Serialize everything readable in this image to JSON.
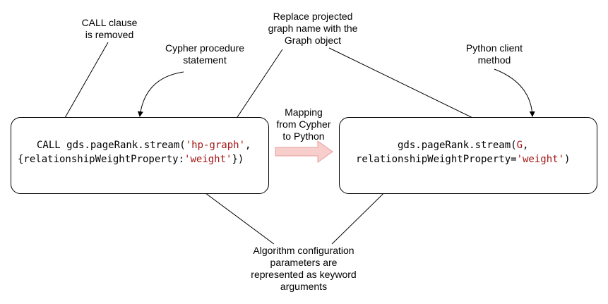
{
  "labels": {
    "call_removed_line1": "CALL clause",
    "call_removed_line2": "is removed",
    "cypher_stmt_line1": "Cypher procedure",
    "cypher_stmt_line2": "statement",
    "replace_line1": "Replace projected",
    "replace_line2": "graph name with the",
    "replace_line3": "Graph object",
    "python_method_line1": "Python client",
    "python_method_line2": "method",
    "mapping_line1": "Mapping",
    "mapping_line2": "from Cypher",
    "mapping_line3": "to Python",
    "algo_line1": "Algorithm configuration",
    "algo_line2": "parameters are",
    "algo_line3": "represented as keyword",
    "algo_line4": "arguments"
  },
  "cypher_code": {
    "call": "CALL gds.pageRank.stream(",
    "graph_name": "'hp-graph'",
    "comma": ",",
    "config_open": "{relationshipWeightProperty:",
    "config_value": "'weight'",
    "config_close": "})"
  },
  "python_code": {
    "call": "gds.pageRank.stream(",
    "graph_obj": "G",
    "comma": ",",
    "kw": "relationshipWeightProperty=",
    "kw_value": "'weight'",
    "close": ")"
  },
  "colors": {
    "string": "#a31515",
    "arrow_fill": "#f8cecc",
    "arrow_stroke": "#e6a09c"
  }
}
